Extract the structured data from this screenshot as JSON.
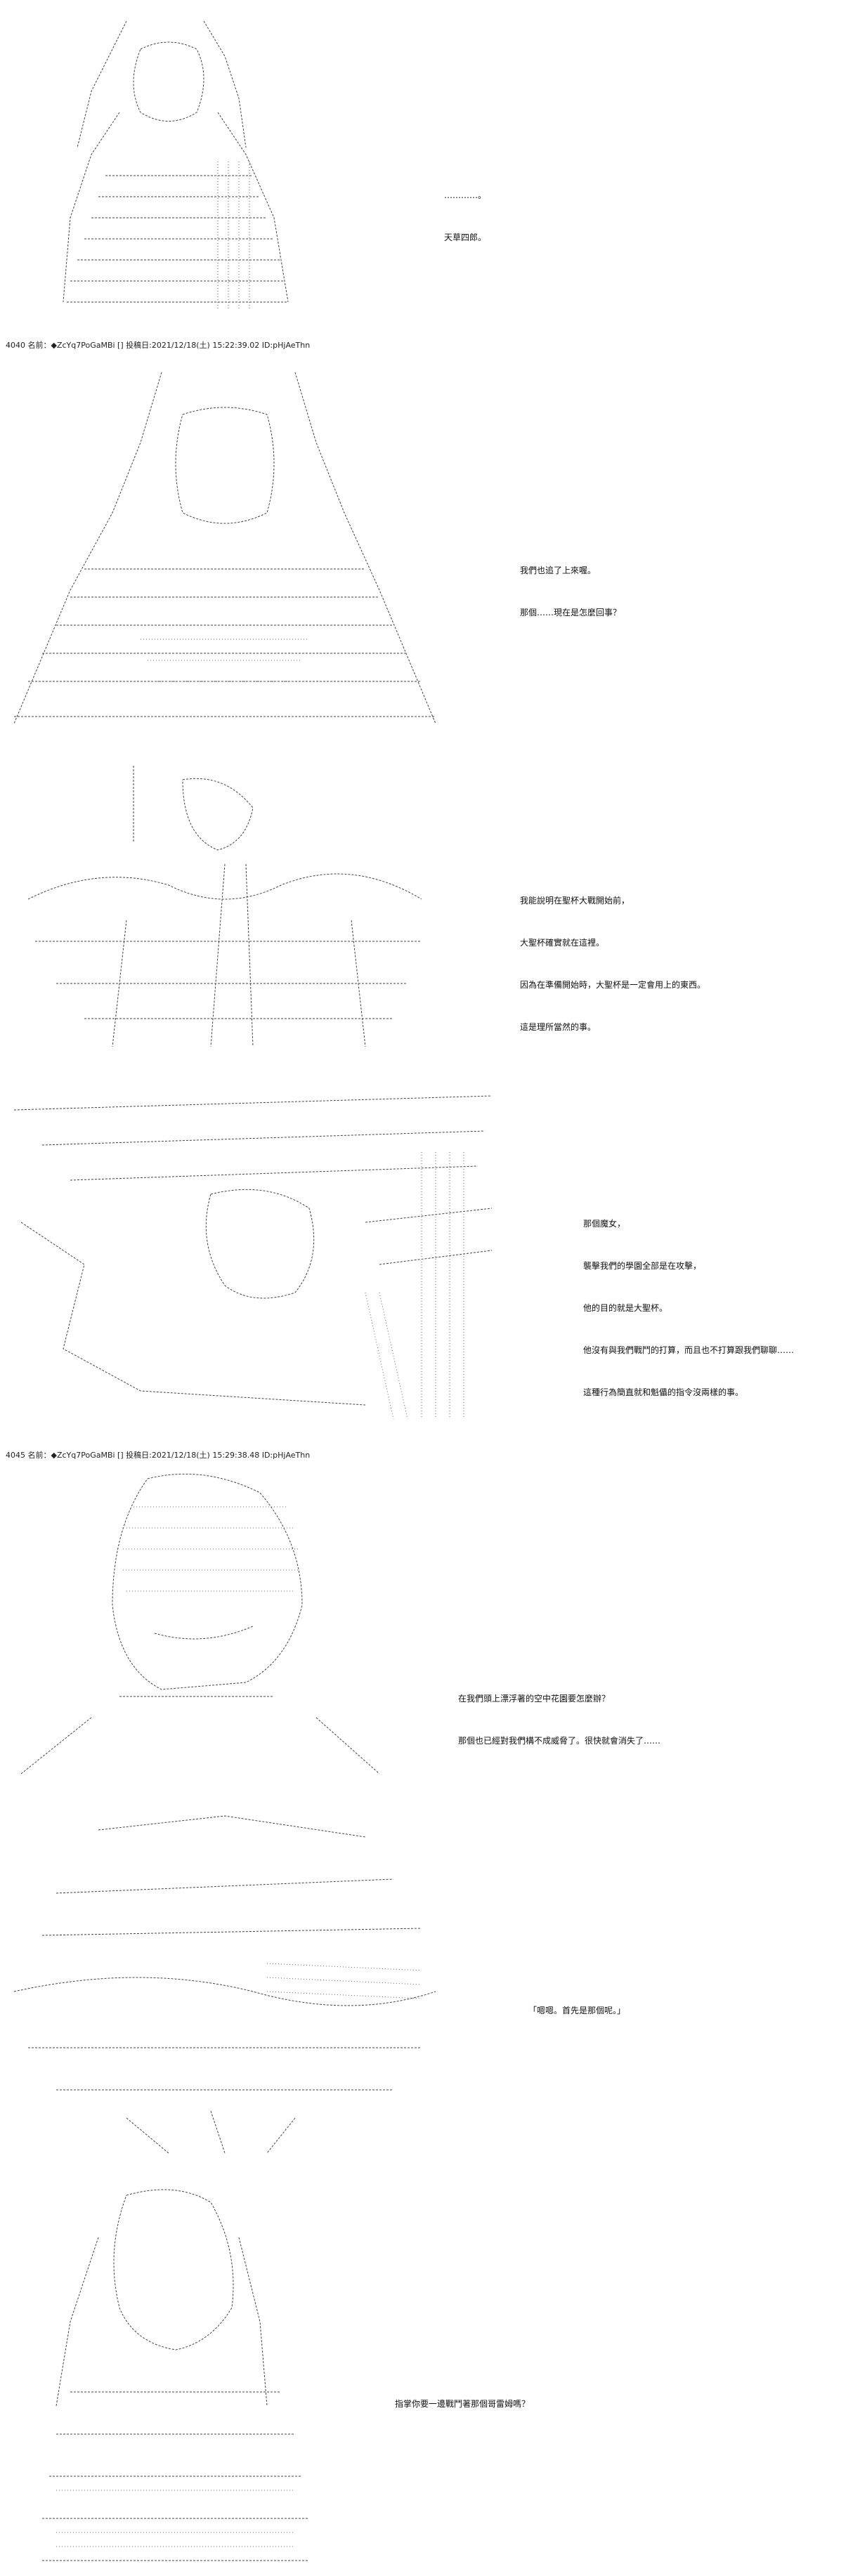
{
  "headers": [
    {
      "text": "4040 名前：◆ZcYq7PoGaMBi [] 投稿日:2021/12/18(土) 15:22:39.02 ID:pHjAeThn"
    },
    {
      "text": "4045 名前：◆ZcYq7PoGaMBi [] 投稿日:2021/12/18(土) 15:29:38.48 ID:pHjAeThn"
    }
  ],
  "panels": [
    {
      "lines": [
        "…………。",
        "天草四郎。"
      ]
    },
    {
      "lines": [
        "我們也追了上來喔。",
        "那個……現在是怎麼回事？"
      ]
    },
    {
      "lines": [
        "我能說明在聖杯大戰開始前，",
        "大聖杯確實就在這裡。",
        "因為在準備開始時，大聖杯是一定會用上的東西。",
        "這是理所當然的事。"
      ]
    },
    {
      "lines": [
        "那個魔女，",
        "襲擊我們的學園全部是在攻擊，",
        "他的目的就是大聖杯。",
        "他沒有與我們戰鬥的打算，而且也不打算跟我們聊聊……",
        "這種行為簡直就和魁儡的指令沒兩樣的事。"
      ]
    },
    {
      "lines": [
        "在我們頭上漂浮著的空中花園要怎麼辦？",
        "那個也已經對我們構不成威脅了。很快就會消失了……"
      ]
    },
    {
      "lines": [
        "「嗯嗯。首先是那個呢。」"
      ]
    },
    {
      "lines": [
        "指掌你要一邊戰鬥著那個哥雷姆嗎？"
      ]
    }
  ]
}
